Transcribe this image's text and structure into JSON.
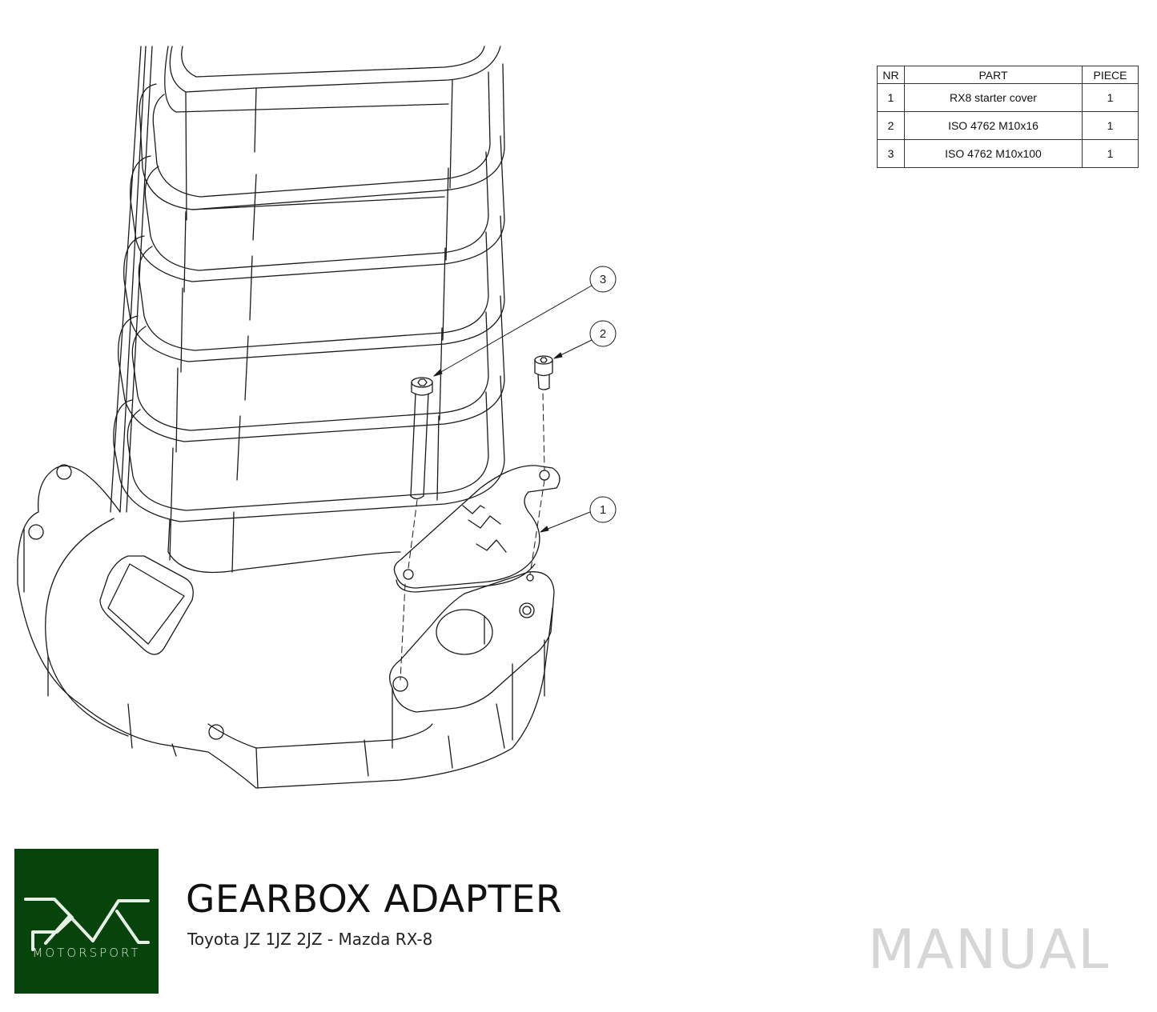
{
  "bom_table": {
    "headers": [
      "NR",
      "PART",
      "PIECE"
    ],
    "rows": [
      {
        "nr": "1",
        "part": "RX8 starter cover",
        "piece": "1"
      },
      {
        "nr": "2",
        "part": "ISO 4762 M10x16",
        "piece": "1"
      },
      {
        "nr": "3",
        "part": "ISO 4762 M10x100",
        "piece": "1"
      }
    ]
  },
  "drawing": {
    "balloons": [
      {
        "label": "3",
        "part": "ISO 4762 M10x100"
      },
      {
        "label": "2",
        "part": "ISO 4762 M10x16"
      },
      {
        "label": "1",
        "part": "RX8 starter cover"
      }
    ],
    "line_color": "#1a1a1a"
  },
  "branding": {
    "logo_text": "MOTORSPORT",
    "logo_bg_color": "#06440b",
    "title": "GEARBOX ADAPTER",
    "subtitle": "Toyota JZ 1JZ 2JZ - Mazda RX-8",
    "doc_type": "MANUAL"
  }
}
